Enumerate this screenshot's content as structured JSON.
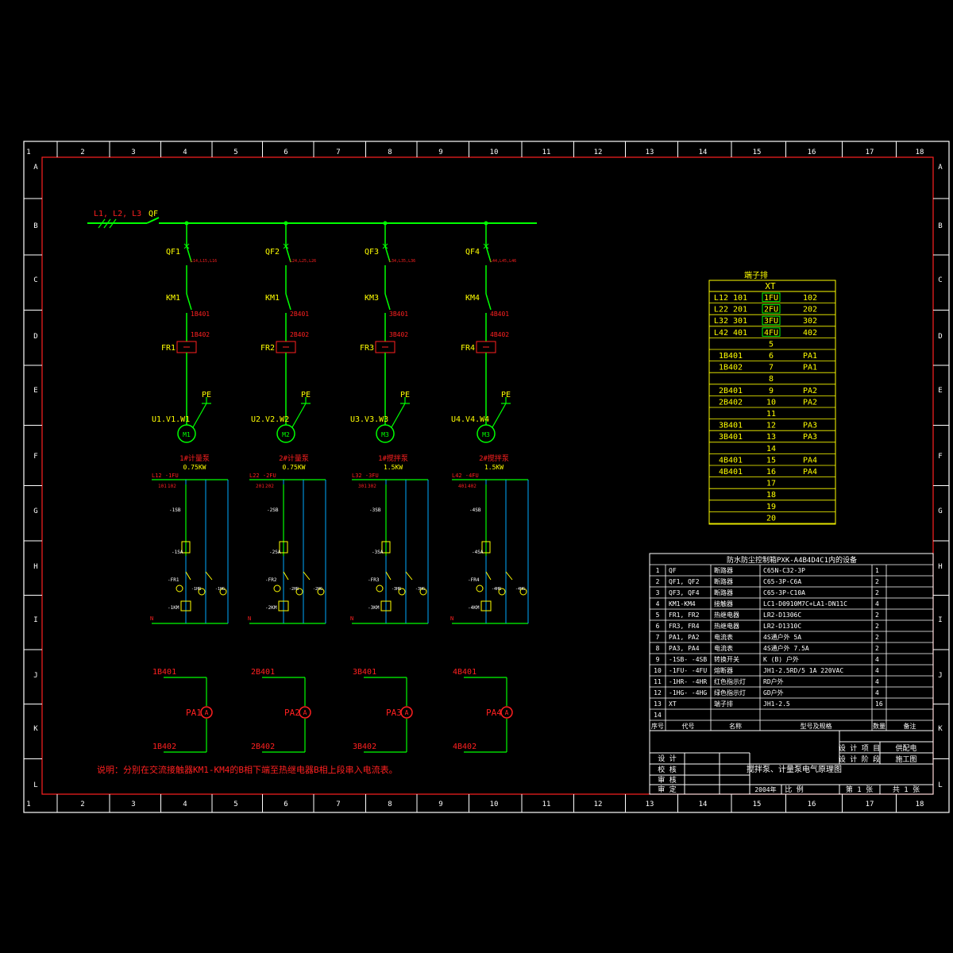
{
  "border": {
    "col_numbers": [
      "1",
      "2",
      "3",
      "4",
      "5",
      "6",
      "7",
      "8",
      "9",
      "10",
      "11",
      "12",
      "13",
      "14",
      "15",
      "16",
      "17",
      "18"
    ],
    "row_letters": [
      "A",
      "B",
      "C",
      "D",
      "E",
      "F",
      "G",
      "H",
      "I",
      "J",
      "K",
      "L"
    ]
  },
  "main": {
    "supply": "L1, L2, L3",
    "main_breaker": "QF"
  },
  "branches": [
    {
      "qf": "QF1",
      "qf_note": "L14,L15,L16",
      "km": "KM1",
      "km_term": "1B401",
      "fr": "FR1",
      "fr_term": "1B402",
      "pe": "PE",
      "uvw": "U1.V1.W1",
      "motor": "M1",
      "name": "1#计量泵",
      "power": "0.75KW"
    },
    {
      "qf": "QF2",
      "qf_note": "L24,L25,L26",
      "km": "KM1",
      "km_term": "2B401",
      "fr": "FR2",
      "fr_term": "2B402",
      "pe": "PE",
      "uvw": "U2.V2.W2",
      "motor": "M2",
      "name": "2#计量泵",
      "power": "0.75KW"
    },
    {
      "qf": "QF3",
      "qf_note": "L34,L35,L36",
      "km": "KM3",
      "km_term": "3B401",
      "fr": "FR3",
      "fr_term": "3B402",
      "pe": "PE",
      "uvw": "U3.V3.W3",
      "motor": "M3",
      "name": "1#搅拌泵",
      "power": "1.5KW"
    },
    {
      "qf": "QF4",
      "qf_note": "L44,L45,L46",
      "km": "KM4",
      "km_term": "4B401",
      "fr": "FR4",
      "fr_term": "4B402",
      "pe": "PE",
      "uvw": "U4.V4.W4",
      "motor": "M3",
      "name": "2#搅拌泵",
      "power": "1.5KW"
    }
  ],
  "controls": [
    {
      "top": "L12 -1FU",
      "n1": "101",
      "n2": "102",
      "sb": "-1SB",
      "sa": "-1SA",
      "fr": "-FR1",
      "km": "-1KM",
      "hr": "-1HR",
      "hg": "-1HG",
      "n": "N"
    },
    {
      "top": "L22 -2FU",
      "n1": "201",
      "n2": "202",
      "sb": "-2SB",
      "sa": "-2SA",
      "fr": "-FR2",
      "km": "-2KM",
      "hr": "-2HR",
      "hg": "-2HG",
      "n": "N"
    },
    {
      "top": "L32 -3FU",
      "n1": "301",
      "n2": "302",
      "sb": "-3SB",
      "sa": "-3SA",
      "fr": "-FR3",
      "km": "-3KM",
      "hr": "-3HR",
      "hg": "-3HG",
      "n": "N"
    },
    {
      "top": "L42 -4FU",
      "n1": "401",
      "n2": "402",
      "sb": "-4SB",
      "sa": "-4SA",
      "fr": "-FR4",
      "km": "-4KM",
      "hr": "-4HR",
      "hg": "-4HG",
      "n": "N"
    }
  ],
  "ammeters": [
    {
      "top": "1B401",
      "bottom": "1B402",
      "label": "PA1",
      "sym": "A"
    },
    {
      "top": "2B401",
      "bottom": "2B402",
      "label": "PA2",
      "sym": "A"
    },
    {
      "top": "3B401",
      "bottom": "3B402",
      "label": "PA3",
      "sym": "A"
    },
    {
      "top": "4B401",
      "bottom": "4B402",
      "label": "PA4",
      "sym": "A"
    }
  ],
  "note": "说明：分别在交流接触器KM1-KM4的B相下端至热继电器B相上段串入电流表。",
  "terminal": {
    "title": "端子排",
    "header": "XT",
    "rows": [
      [
        "L12  101",
        "1FU",
        "102"
      ],
      [
        "L22  201",
        "2FU",
        "202"
      ],
      [
        "L32  301",
        "3FU",
        "302"
      ],
      [
        "L42  401",
        "4FU",
        "402"
      ],
      [
        "",
        "5",
        ""
      ],
      [
        "1B401",
        "6",
        "PA1"
      ],
      [
        "1B402",
        "7",
        "PA1"
      ],
      [
        "",
        "8",
        ""
      ],
      [
        "2B401",
        "9",
        "PA2"
      ],
      [
        "2B402",
        "10",
        "PA2"
      ],
      [
        "",
        "11",
        ""
      ],
      [
        "3B401",
        "12",
        "PA3"
      ],
      [
        "3B401",
        "13",
        "PA3"
      ],
      [
        "",
        "14",
        ""
      ],
      [
        "4B401",
        "15",
        "PA4"
      ],
      [
        "4B401",
        "16",
        "PA4"
      ],
      [
        "",
        "17",
        ""
      ],
      [
        "",
        "18",
        ""
      ],
      [
        "",
        "19",
        ""
      ],
      [
        "",
        "20",
        ""
      ]
    ]
  },
  "equipment": {
    "title": "防水防尘控制箱PXK-A4B4D4C1内的设备",
    "rows": [
      [
        "1",
        "QF",
        "断路器",
        "C65N-C32-3P",
        "1",
        ""
      ],
      [
        "2",
        "QF1, QF2",
        "断路器",
        "C65-3P-C6A",
        "2",
        ""
      ],
      [
        "3",
        "QF3, QF4",
        "断路器",
        "C65-3P-C10A",
        "2",
        ""
      ],
      [
        "4",
        "KM1-KM4",
        "接触器",
        "LC1-D0910M7C+LA1-DN11C",
        "4",
        ""
      ],
      [
        "5",
        "FR1, FR2",
        "热继电器",
        "LR2-D1306C",
        "2",
        ""
      ],
      [
        "6",
        "FR3, FR4",
        "热继电器",
        "LR2-D1310C",
        "2",
        ""
      ],
      [
        "7",
        "PA1, PA2",
        "电流表",
        "4S通户外 5A",
        "2",
        ""
      ],
      [
        "8",
        "PA3, PA4",
        "电流表",
        "4S通户外 7.5A",
        "2",
        ""
      ],
      [
        "9",
        "-1SB- -4SB",
        "转换开关",
        "K (B) 户外",
        "4",
        ""
      ],
      [
        "10",
        "-1FU- -4FU",
        "熔断器",
        "JH1-2.5RD/5 1A 220VAC",
        "4",
        ""
      ],
      [
        "11",
        "-1HR- -4HR",
        "红色指示灯",
        "RD户外",
        "4",
        ""
      ],
      [
        "12",
        "-1HG- -4HG",
        "绿色指示灯",
        "GD户外",
        "4",
        ""
      ],
      [
        "13",
        "XT",
        "端子排",
        "JH1-2.5",
        "16",
        ""
      ],
      [
        "14",
        "",
        "",
        "",
        "",
        ""
      ]
    ],
    "footer": [
      "序号",
      "代号",
      "名称",
      "型号及规格",
      "数量",
      "备注"
    ]
  },
  "title_block": {
    "design_project_label": "设 计 项 目",
    "design_project": "供配电",
    "design_stage_label": "设 计 阶 段",
    "design_stage": "施工图",
    "roles": [
      "设  计",
      "校  核",
      "审  核",
      "审  定"
    ],
    "drawing_title": "搅拌泵、计量泵电气原理图",
    "date": "2004年",
    "scale_label": "比 例",
    "sheet": "第 1 张",
    "total": "共 1 张"
  }
}
